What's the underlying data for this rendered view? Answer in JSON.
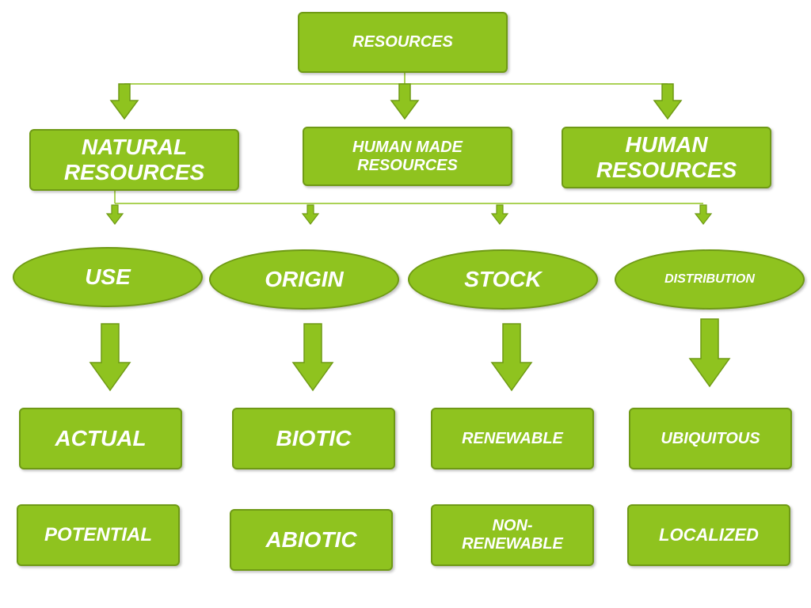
{
  "root": {
    "label": "RESOURCES"
  },
  "categories": [
    {
      "label_lines": [
        "NATURAL",
        "RESOURCES"
      ]
    },
    {
      "label_lines": [
        "HUMAN MADE",
        "RESOURCES"
      ]
    },
    {
      "label_lines": [
        "HUMAN",
        "RESOURCES"
      ]
    }
  ],
  "bases": [
    {
      "label": "USE",
      "types": [
        "ACTUAL",
        "POTENTIAL"
      ]
    },
    {
      "label": "ORIGIN",
      "types": [
        "BIOTIC",
        "ABIOTIC"
      ]
    },
    {
      "label": "STOCK",
      "types": [
        "RENEWABLE",
        "NON-RENEWABLE"
      ]
    },
    {
      "label": "DISTRIBUTION",
      "types": [
        "UBIQUITOUS",
        "LOCALIZED"
      ]
    }
  ],
  "colors": {
    "fill": "#8fc31f",
    "border": "#6f9a15",
    "text": "#ffffff"
  }
}
